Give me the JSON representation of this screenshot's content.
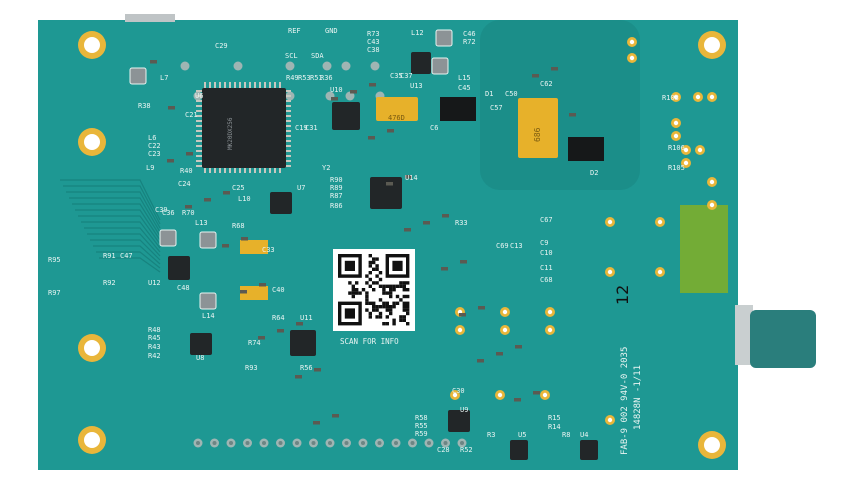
{
  "board": {
    "colors": {
      "board": "#1e9893",
      "board_dark": "#17837f",
      "gold": "#e9b63a",
      "chip": "#222628",
      "tantalum": "#e7b12a",
      "silk": "#e8f4f2",
      "connector": "#2a7e7c"
    },
    "qr_caption": "SCAN FOR INFO",
    "fab_line1": "FAB-9 002 94V-0 2035",
    "fab_line2": "14828N -1/11",
    "handwritten": "12",
    "tantalum_1": "476D",
    "tantalum_2": "686",
    "chip_u6_marking": "MK20DX256",
    "labels": [
      "C29",
      "REF",
      "GND",
      "SCL",
      "SDA",
      "R73",
      "C43",
      "C38",
      "L12",
      "C46",
      "R72",
      "L7",
      "R38",
      "U6",
      "C21",
      "L6",
      "C22",
      "C23",
      "L9",
      "R40",
      "C24",
      "C25",
      "L10",
      "U7",
      "Y2",
      "R49",
      "R53",
      "R51",
      "R36",
      "U10",
      "C19",
      "C31",
      "U13",
      "C35",
      "C37",
      "L15",
      "C45",
      "D1",
      "C6",
      "C50",
      "C57",
      "C62",
      "D2",
      "R103",
      "R106",
      "R105",
      "U14",
      "R90",
      "R89",
      "R87",
      "R86",
      "C39",
      "C36",
      "R70",
      "L13",
      "R68",
      "C33",
      "C47",
      "R91",
      "R92",
      "U12",
      "C48",
      "L14",
      "C40",
      "R95",
      "R97",
      "R48",
      "R45",
      "R43",
      "R42",
      "U8",
      "R64",
      "R74",
      "R93",
      "U11",
      "R56",
      "R33",
      "C67",
      "C9",
      "C10",
      "C11",
      "C68",
      "C69",
      "C13",
      "C30",
      "U9",
      "R58",
      "R55",
      "R59",
      "C28",
      "R52",
      "R3",
      "U5",
      "R15",
      "R14",
      "R8",
      "U4"
    ]
  }
}
